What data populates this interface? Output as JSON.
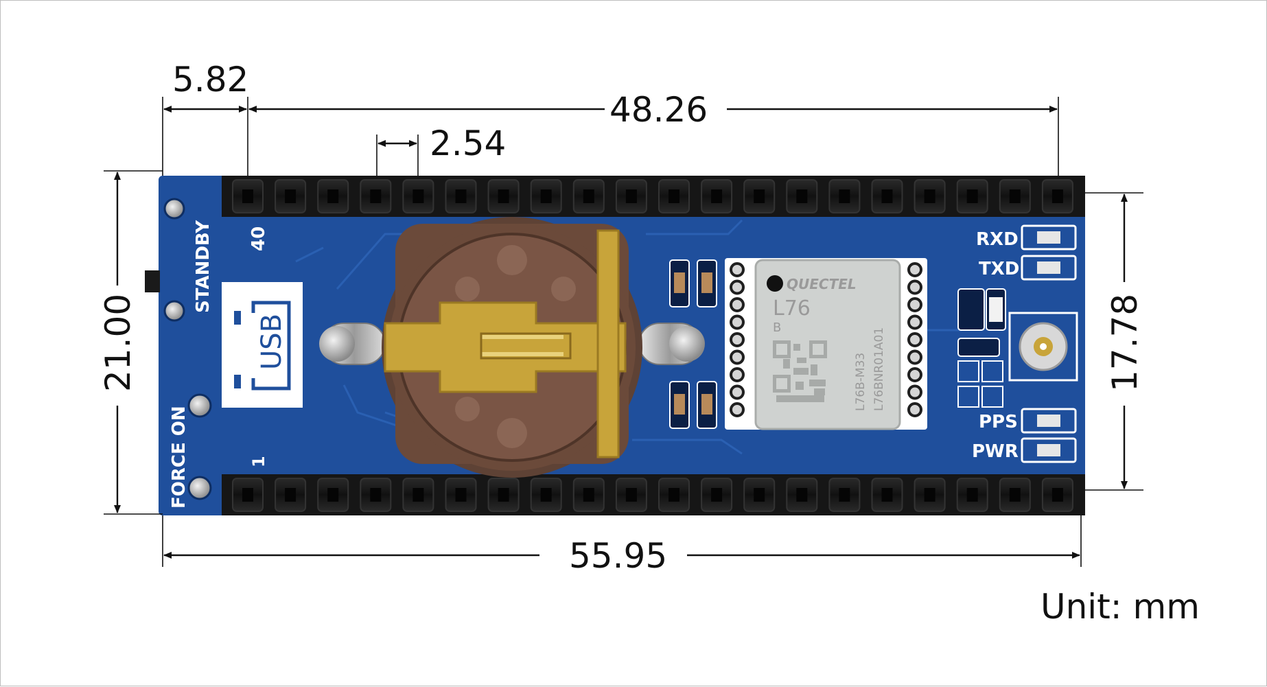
{
  "dimensions": {
    "left_margin": "5.82",
    "header_span": "48.26",
    "pin_pitch": "2.54",
    "board_height": "21.00",
    "header_spacing": "17.78",
    "board_width": "55.95"
  },
  "unit_label": "Unit: mm",
  "silkscreen": {
    "standby": "STANDBY",
    "force_on": "FORCE ON",
    "usb": "USB",
    "pin_40": "40",
    "pin_1": "1",
    "rxd": "RXD",
    "txd": "TXD",
    "pps": "PPS",
    "pwr": "PWR"
  },
  "gps_module": {
    "brand": "QUECTEL",
    "model": "L76",
    "variant": "B",
    "part_number": "L76B-M33",
    "serial": "L76BNR01A01"
  },
  "colors": {
    "pcb": "#1f4f9c",
    "header": "#1b1b1b",
    "battery_holder": "#6b4a3a",
    "gold": "#c8a43a",
    "module_shield": "#cfd2d0"
  }
}
